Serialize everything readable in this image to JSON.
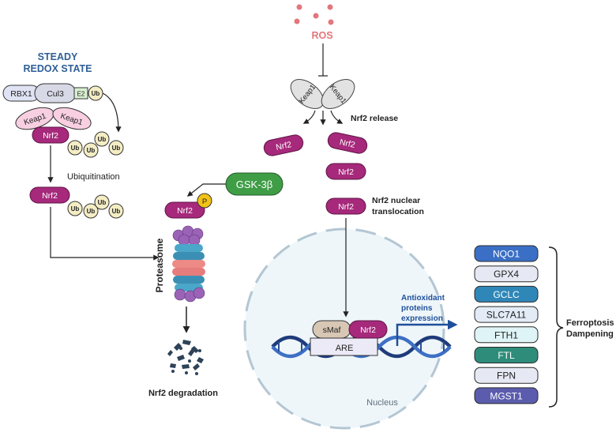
{
  "steady_state": {
    "line1": "STEADY",
    "line2": "REDOX STATE",
    "color": "#2f5e96"
  },
  "complex": {
    "rbx1": "RBX1",
    "cul3": "Cul3",
    "e2": "E2",
    "ub": "Ub",
    "keap1": "Keap1",
    "nrf2": "Nrf2"
  },
  "ubiquitination": "Ubiquitination",
  "gsk3b": "GSK-3β",
  "phospho": "P",
  "proteasome": "Proteasome",
  "nrf2_degradation": "Nrf2 degradation",
  "ros": "ROS",
  "keap1": "Keap1",
  "nrf2": "Nrf2",
  "nrf2_release": "Nrf2 release",
  "nuclear_translocation": {
    "line1": "Nrf2 nuclear",
    "line2": "translocation"
  },
  "smaf": "sMaf",
  "are": "ARE",
  "nucleus": "Nucleus",
  "expression": {
    "line1": "Antioxidant",
    "line2": "proteins",
    "line3": "expression"
  },
  "genes": [
    {
      "label": "NQO1",
      "fill": "#3b6fc6",
      "text": "#ffffff"
    },
    {
      "label": "GPX4",
      "fill": "#e6e8f3",
      "text": "#222222"
    },
    {
      "label": "GCLC",
      "fill": "#2f87b8",
      "text": "#ffffff"
    },
    {
      "label": "SLC7A11",
      "fill": "#e3ecf6",
      "text": "#222222"
    },
    {
      "label": "FTH1",
      "fill": "#dff4f6",
      "text": "#222222"
    },
    {
      "label": "FTL",
      "fill": "#2e8c7a",
      "text": "#ffffff"
    },
    {
      "label": "FPN",
      "fill": "#e6e8f3",
      "text": "#222222"
    },
    {
      "label": "MGST1",
      "fill": "#5b5cae",
      "text": "#ffffff"
    }
  ],
  "ferroptosis": {
    "line1": "Ferroptosis",
    "line2": "Dampening"
  },
  "colors": {
    "nrf2": "#a6297b",
    "keap1": "#f8cfe1",
    "rbx1": "#dfe3f4",
    "cul3": "#d7d9e6",
    "ub": "#f4edc4",
    "gsk3b": "#3f9d46",
    "phospho": "#f2c316",
    "ros": "#e3767b",
    "arrow_blue": "#1f4f9a",
    "nucleus": "#eef6fa"
  }
}
